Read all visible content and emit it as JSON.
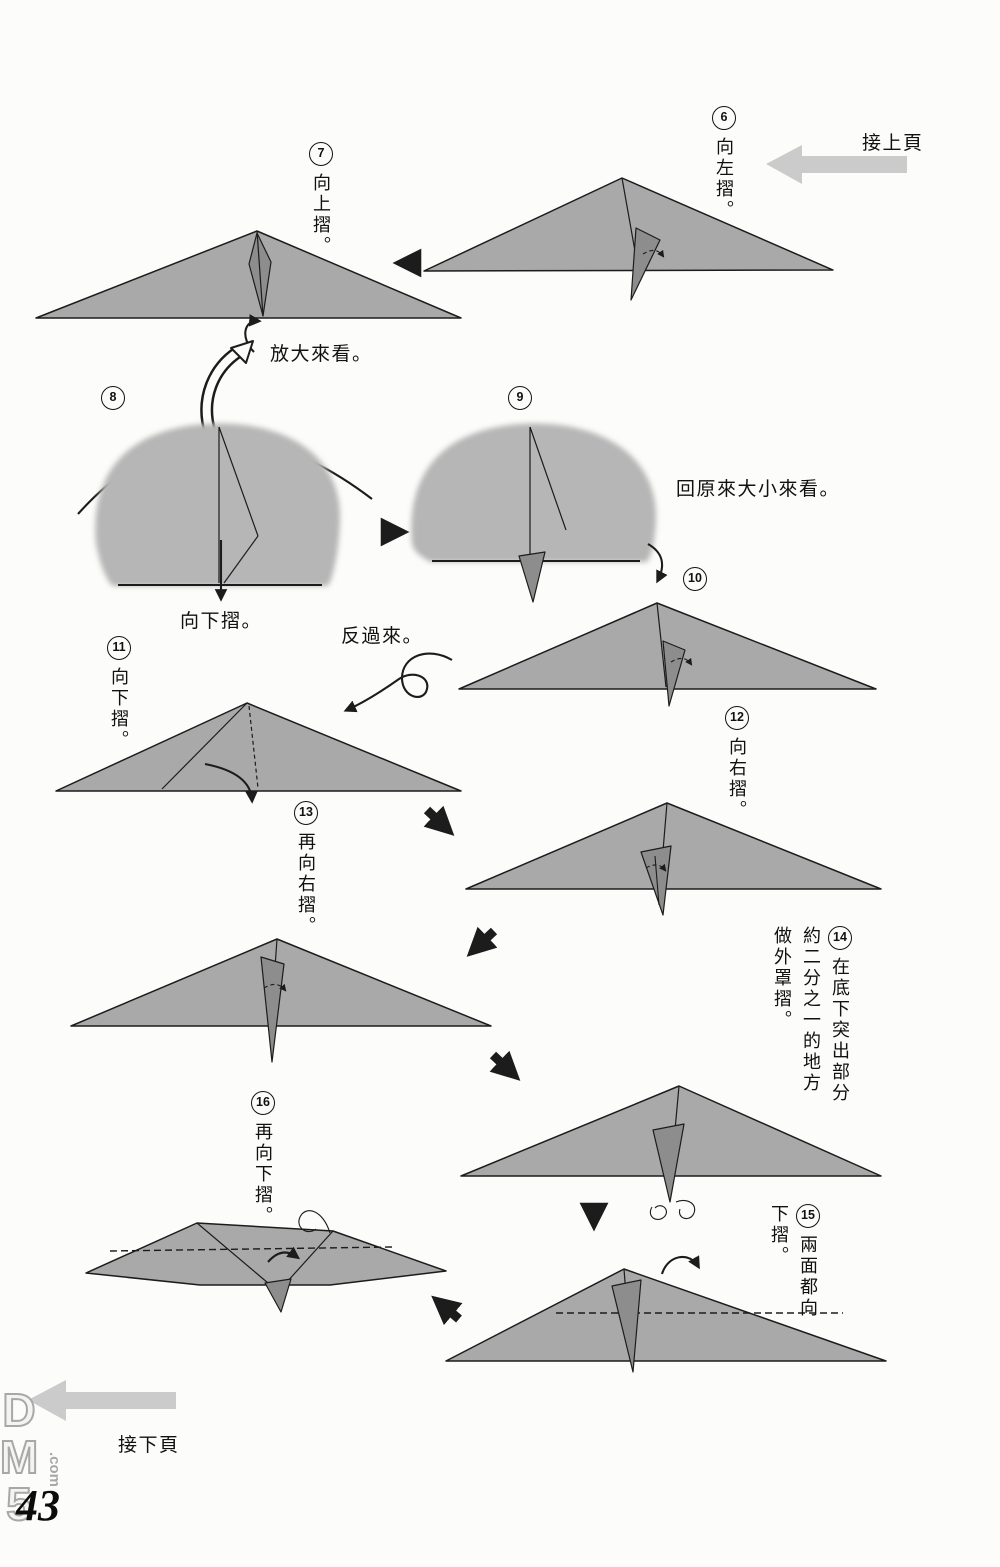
{
  "page": {
    "prev_page_label": "接上頁",
    "next_page_label": "接下頁",
    "page_number": "43",
    "watermark_main": "DM5",
    "watermark_suffix": ".com"
  },
  "annotations": {
    "zoom_in": "放大來看。",
    "fold_down": "向下摺。",
    "restore_size": "回原來大小來看。",
    "turn_over": "反過來。"
  },
  "steps": {
    "s6": {
      "num": "6",
      "label": "向左摺。"
    },
    "s7": {
      "num": "7",
      "label": "向上摺。"
    },
    "s8": {
      "num": "8"
    },
    "s9": {
      "num": "9"
    },
    "s10": {
      "num": "10"
    },
    "s11": {
      "num": "11",
      "label": "向下摺。"
    },
    "s12": {
      "num": "12",
      "label": "向右摺。"
    },
    "s13": {
      "num": "13",
      "label": "再向右摺。"
    },
    "s14": {
      "num": "14",
      "label": "在底下突出部分約二分之一的地方做外罩摺。"
    },
    "s15": {
      "num": "15",
      "label": "兩面都向下摺。"
    },
    "s16": {
      "num": "16",
      "label": "再向下摺。"
    }
  },
  "colors": {
    "paper_gray": "#a9a9a9",
    "blob_gray": "#b6b6b6",
    "flap_gray": "#8d8d8d",
    "ink": "#1c1c1c",
    "nav_arrow_gray": "#cbcbcb",
    "watermark_gray": "#a8a8a8"
  }
}
